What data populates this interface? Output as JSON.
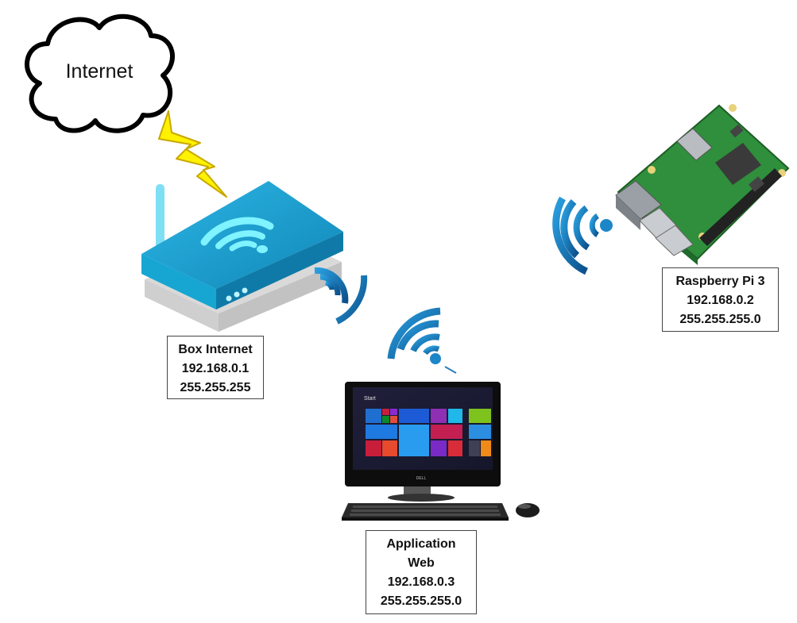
{
  "cloud": {
    "label": "Internet"
  },
  "nodes": {
    "box_internet": {
      "name": "Box Internet",
      "ip": "192.168.0.1",
      "mask": "255.255.255"
    },
    "raspberry": {
      "name": "Raspberry Pi 3",
      "ip": "192.168.0.2",
      "mask": "255.255.255.0"
    },
    "application": {
      "name_line1": "Application",
      "name_line2": "Web",
      "ip": "192.168.0.3",
      "mask": "255.255.255.0"
    }
  },
  "screen": {
    "start_label": "Start",
    "brand": "DELL"
  },
  "colors": {
    "router": "#1ea7d6",
    "wifi": "#1a7fc0",
    "lightning": "#ffe600",
    "pcb": "#2d8a3a"
  },
  "icons": [
    "cloud-icon",
    "lightning-icon",
    "router-icon",
    "wifi-icon",
    "raspberry-pi-icon",
    "desktop-computer-icon",
    "keyboard-icon",
    "mouse-icon"
  ]
}
